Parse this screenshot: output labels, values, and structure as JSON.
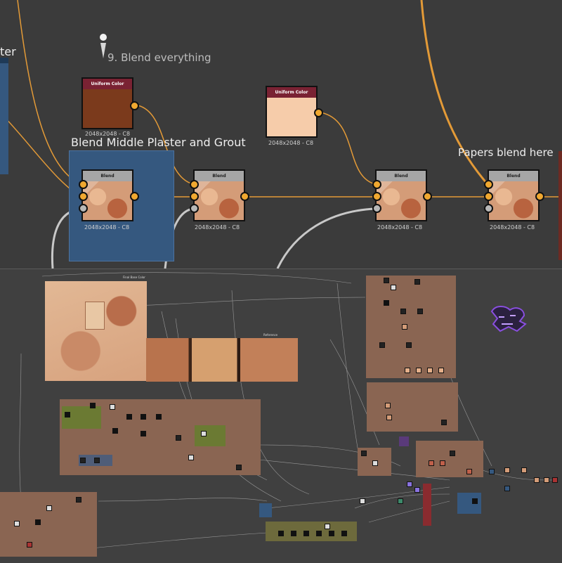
{
  "top_graph": {
    "comment": "9. Blend everything",
    "frame_left_partial_title": "ter",
    "frame_blend_title": "Blend Middle Plaster and Grout",
    "papers_blend_title": "Papers blend here",
    "nodes": [
      {
        "id": "uniform-color-1",
        "header": "Uniform Color",
        "resolution": "2048x2048 - C8",
        "color": "#7b3a1c"
      },
      {
        "id": "uniform-color-2",
        "header": "Uniform Color",
        "resolution": "2048x2048 - C8",
        "color": "#f6ccaa"
      },
      {
        "id": "blend-1",
        "header": "Blend",
        "resolution": "2048x2048 - C8"
      },
      {
        "id": "blend-2",
        "header": "Blend",
        "resolution": "2048x2048 - C8"
      },
      {
        "id": "blend-3",
        "header": "Blend",
        "resolution": "2048x2048 - C8"
      },
      {
        "id": "blend-4",
        "header": "Blend",
        "resolution": "2048x2048 - C8"
      }
    ]
  },
  "bottom_graph": {
    "base_color_title": "Final Base Color",
    "reference_title": "Reference"
  },
  "colors": {
    "wire_orange": "#e39a37",
    "wire_gray": "#c8c8c8",
    "frame_blue": "#35587f",
    "frame_brown": "#8a6552",
    "frame_olive": "#6d6a3c",
    "graffiti_purple": "#8a4fe0"
  }
}
